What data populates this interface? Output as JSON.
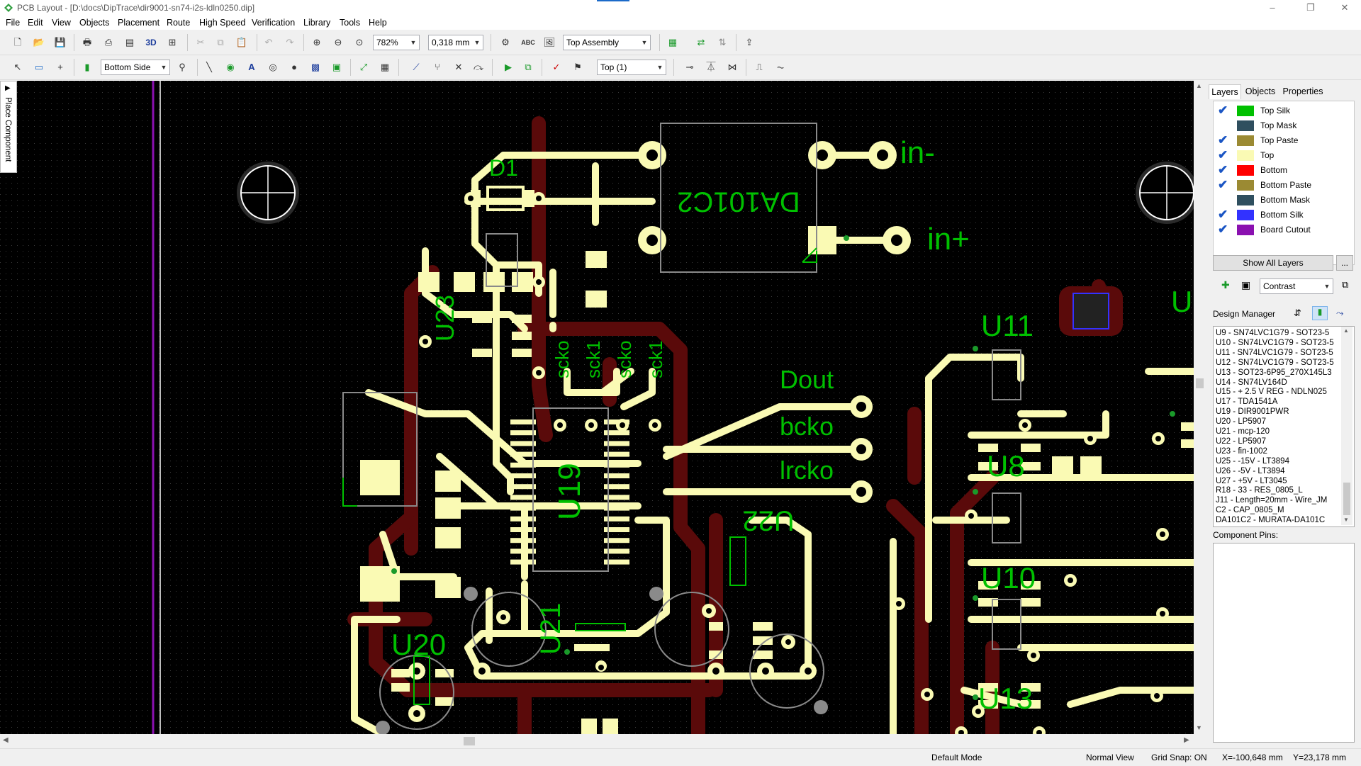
{
  "window": {
    "title": "PCB Layout - [D:\\docs\\DipTrace\\dir9001-sn74-i2s-ldln0250.dip]",
    "controls": [
      "–",
      "❐",
      "✕"
    ]
  },
  "menu": [
    "File",
    "Edit",
    "View",
    "Objects",
    "Placement",
    "Route",
    "High Speed",
    "Verification",
    "Library",
    "Tools",
    "Help"
  ],
  "toolbar1": {
    "zoom_value": "782%",
    "grid_value": "0,318 mm",
    "view_mode": "Top Assembly",
    "btn_3d": "3D"
  },
  "toolbar2": {
    "side_value": "Bottom Side",
    "layer_value": "Top (1)"
  },
  "side_tab": {
    "label": "Place Component"
  },
  "panel": {
    "tabs": [
      "Layers",
      "Objects",
      "Properties"
    ],
    "layers": [
      {
        "name": "Top Silk",
        "checked": true,
        "color": "#00c000"
      },
      {
        "name": "Top Mask",
        "checked": false,
        "color": "#2f4f5f"
      },
      {
        "name": "Top Paste",
        "checked": true,
        "color": "#9b8a33"
      },
      {
        "name": "Top",
        "checked": true,
        "color": "#fafab4"
      },
      {
        "name": "Bottom",
        "checked": true,
        "color": "#ff0000"
      },
      {
        "name": "Bottom Paste",
        "checked": true,
        "color": "#9b8a33"
      },
      {
        "name": "Bottom Mask",
        "checked": false,
        "color": "#2f4f5f"
      },
      {
        "name": "Bottom Silk",
        "checked": true,
        "color": "#3232ff"
      },
      {
        "name": "Board Cutout",
        "checked": true,
        "color": "#8a10b0"
      }
    ],
    "show_all_label": "Show All Layers",
    "more_label": "...",
    "contrast_value": "Contrast",
    "design_manager_label": "Design Manager",
    "design_items": [
      "U9 - SN74LVC1G79 - SOT23-5",
      "U10 - SN74LVC1G79 - SOT23-5",
      "U11 - SN74LVC1G79 - SOT23-5",
      "U12 - SN74LVC1G79 - SOT23-5",
      "U13 - SOT23-6P95_270X145L3",
      "U14 - SN74LV164D",
      "U15 - + 2.5 V REG - NDLN025",
      "U17 - TDA1541A",
      "U19 - DIR9001PWR",
      "U20 - LP5907",
      "U21 - mcp-120",
      "U22 - LP5907",
      "U23 - fin-1002",
      "U25 - -15V - LT3894",
      "U26 - -5V - LT3894",
      "U27 - +5V - LT3045",
      "R18 - 33 - RES_0805_L",
      "J11 - Length=20mm - Wire_JM",
      "C2 - CAP_0805_M",
      "DA101C2 - MURATA-DA101C"
    ],
    "component_pins_label": "Component Pins:"
  },
  "pcb": {
    "labels": {
      "d1": "D1",
      "da": "DA101C2",
      "in_minus": "in-",
      "in_plus": "in+",
      "u23": "U23",
      "scko1": "scko",
      "sck1a": "sck1",
      "scko2": "scko",
      "sck1b": "sck1",
      "dout": "Dout",
      "bcko": "bcko",
      "lrcko": "lrcko",
      "u19": "U19",
      "u22": "U22",
      "u20": "U20",
      "u21": "U21",
      "u11": "U11",
      "u8": "U8",
      "u10": "U10",
      "u13": "U13",
      "u_partial": "U"
    },
    "colors": {
      "background": "#000000",
      "top_copper": "#fafab4",
      "bottom_copper": "#5a0a0a",
      "silk": "#00c000",
      "outline": "#8a8a8a",
      "cutout": "#8a10b0"
    }
  },
  "status": {
    "mode": "Default Mode",
    "view": "Normal View",
    "snap": "Grid Snap: ON",
    "x": "X=-100,648 mm",
    "y": "Y=23,178 mm"
  }
}
